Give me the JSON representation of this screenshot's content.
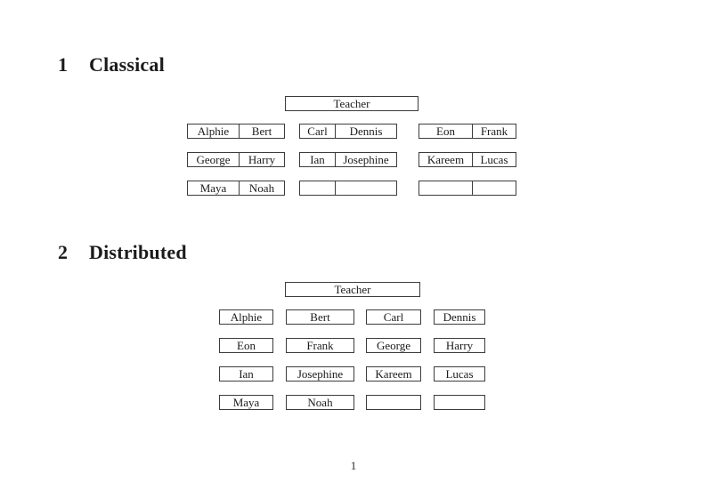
{
  "page": {
    "page_number": "1",
    "background_color": "#ffffff",
    "line_color": "#3c3c3c"
  },
  "classical": {
    "heading_number": "1",
    "heading_title": "Classical",
    "teacher_label": "Teacher",
    "rows": [
      [
        [
          "Alphie",
          "Bert"
        ],
        [
          "Carl",
          "Dennis"
        ],
        [
          "Eon",
          "Frank"
        ]
      ],
      [
        [
          "George",
          "Harry"
        ],
        [
          "Ian",
          "Josephine"
        ],
        [
          "Kareem",
          "Lucas"
        ]
      ],
      [
        [
          "Maya",
          "Noah"
        ],
        [
          "",
          ""
        ],
        [
          "",
          ""
        ]
      ]
    ]
  },
  "distributed": {
    "heading_number": "2",
    "heading_title": "Distributed",
    "teacher_label": "Teacher",
    "rows": [
      [
        "Alphie",
        "Bert",
        "Carl",
        "Dennis"
      ],
      [
        "Eon",
        "Frank",
        "George",
        "Harry"
      ],
      [
        "Ian",
        "Josephine",
        "Kareem",
        "Lucas"
      ],
      [
        "Maya",
        "Noah",
        "",
        ""
      ]
    ]
  }
}
